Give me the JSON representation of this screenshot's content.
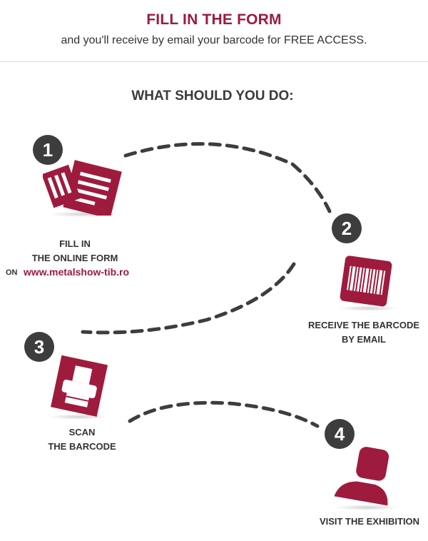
{
  "header": {
    "title": "FILL IN THE FORM",
    "subtitle": "and you'll receive by email your barcode for FREE ACCESS."
  },
  "section": {
    "title": "WHAT SHOULD YOU DO:"
  },
  "steps": [
    {
      "number": "1",
      "label_line1": "FILL IN",
      "label_line2": "THE ONLINE FORM",
      "prefix": "ON",
      "link": "www.metalshow-tib.ro",
      "icon": "form-icon"
    },
    {
      "number": "2",
      "label_line1": "RECEIVE THE BARCODE",
      "label_line2": "BY EMAIL",
      "icon": "barcode-icon"
    },
    {
      "number": "3",
      "label_line1": "SCAN",
      "label_line2": "THE BARCODE",
      "icon": "scanner-icon"
    },
    {
      "number": "4",
      "label_line1": "VISIT THE EXHIBITION",
      "icon": "visitor-icon"
    }
  ],
  "colors": {
    "accent": "#9e1b3d",
    "badge": "#3d3d3d",
    "text": "#333333"
  }
}
